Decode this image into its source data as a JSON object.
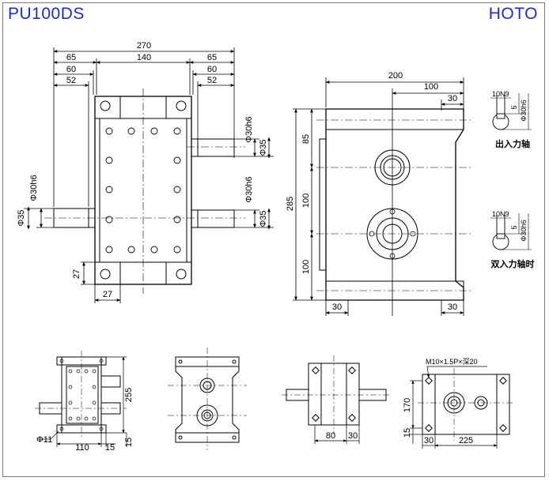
{
  "header": {
    "model": "PU100DS",
    "brand": "HOTO"
  },
  "top_view": {
    "d270": "270",
    "d140": "140",
    "d65a": "65",
    "d65b": "65",
    "d60a": "60",
    "d60b": "60",
    "d52a": "52",
    "d52b": "52",
    "shaft_h6_a": "Φ30h6",
    "shaft_35_a": "Φ35",
    "shaft_h6_b": "Φ30h6",
    "shaft_35_b": "Φ35",
    "shaft_h6_c": "Φ30h6",
    "shaft_35_c": "Φ35",
    "d27v": "27",
    "d27h": "27"
  },
  "side_view": {
    "d200": "200",
    "d100": "100",
    "d30t": "30",
    "d285": "285",
    "d85": "85",
    "d100a": "100",
    "d100b": "100",
    "d30l": "30",
    "d30r": "30"
  },
  "keys": {
    "k1_w": "10N9",
    "k1_depth": "5",
    "k1_dia": "Φ30h6",
    "k1_caption": "出入力轴",
    "k2_w": "10N9",
    "k2_depth": "5",
    "k2_dia": "Φ30h6",
    "k2_caption": "双入力轴时"
  },
  "bottom_views": {
    "v1_255": "255",
    "v1_phi11": "Φ11",
    "v1_110": "110",
    "v1_15a": "15",
    "v1_15b": "15",
    "v3_80": "80",
    "v3_30": "30",
    "v4_note": "M10×1.5P×深20",
    "v4_170": "170",
    "v4_15": "15",
    "v4_30": "30",
    "v4_225": "225"
  }
}
